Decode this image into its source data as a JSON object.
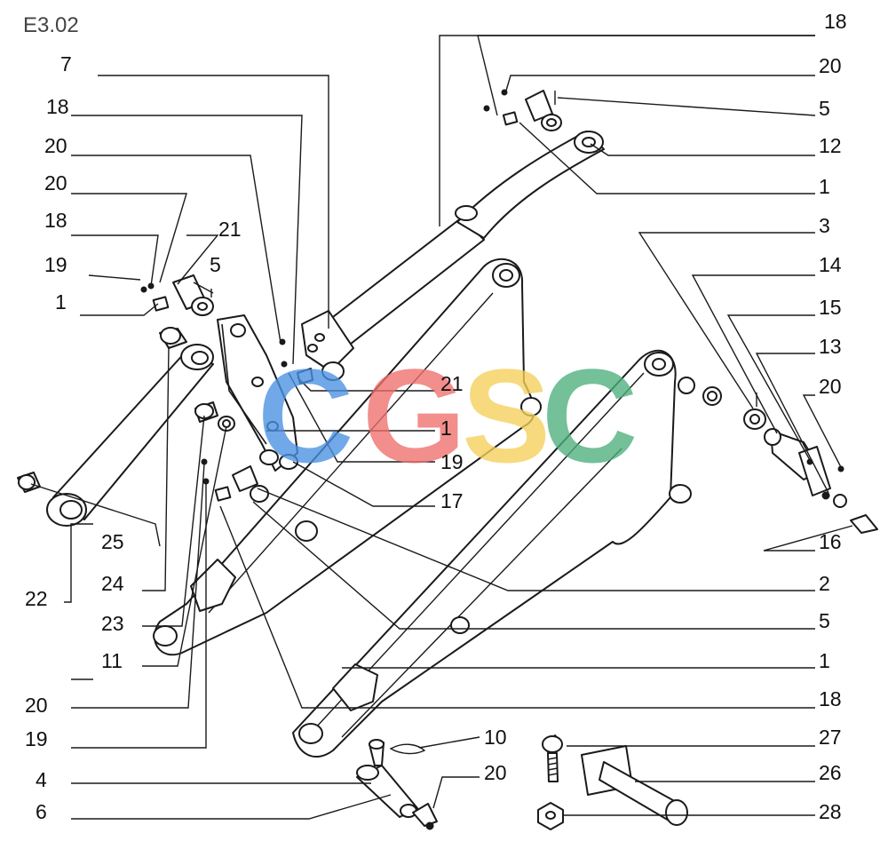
{
  "page_code": "E3.02",
  "watermark": {
    "letters": [
      {
        "char": "C",
        "color": "#4a90e2"
      },
      {
        "char": "G",
        "color": "#ef6f6c"
      },
      {
        "char": "S",
        "color": "#f5d05a"
      },
      {
        "char": "C",
        "color": "#4caf7d"
      }
    ]
  },
  "callouts": {
    "right": [
      "18",
      "20",
      "5",
      "12",
      "1",
      "3",
      "14",
      "15",
      "13",
      "20",
      "16",
      "2",
      "5",
      "1",
      "18",
      "10",
      "27",
      "20",
      "26",
      "28"
    ],
    "left": [
      "7",
      "18",
      "20",
      "20",
      "18",
      "21",
      "19",
      "5",
      "1",
      "25",
      "24",
      "22",
      "23",
      "11",
      "20",
      "19",
      "4",
      "6"
    ],
    "center": [
      "21",
      "1",
      "19",
      "17"
    ]
  }
}
